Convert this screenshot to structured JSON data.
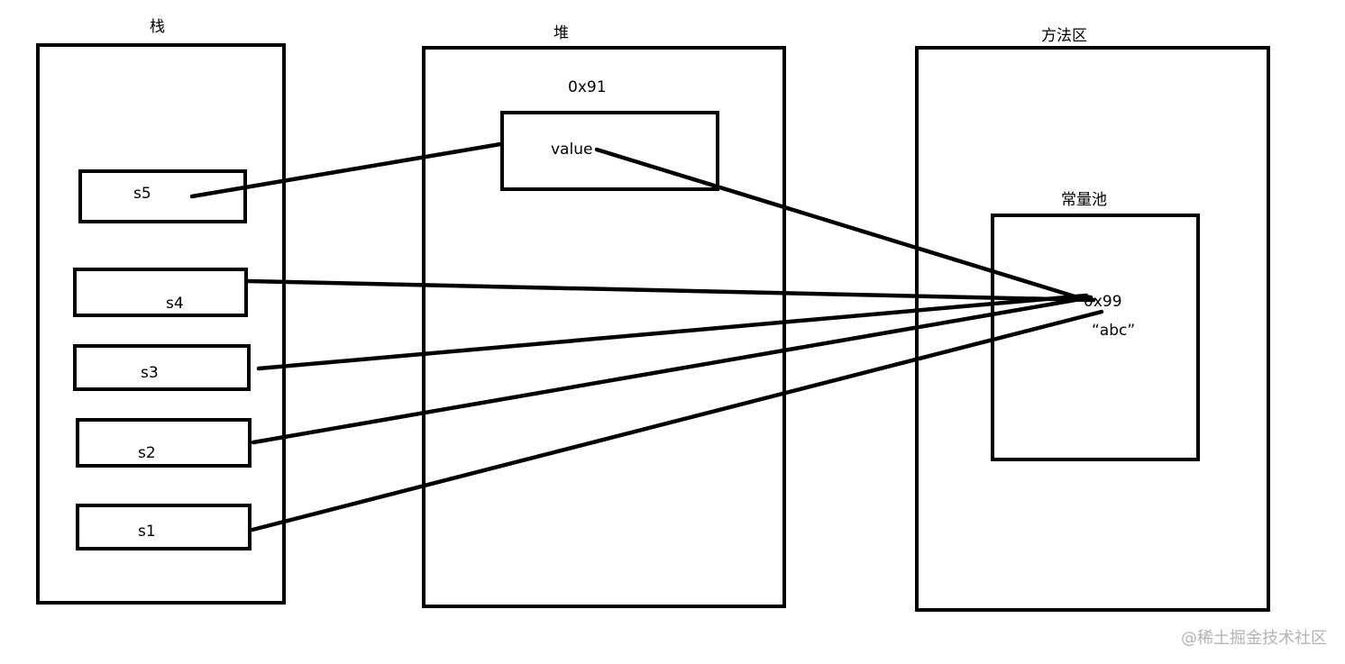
{
  "regions": {
    "stack": "栈",
    "heap": "堆",
    "method_area": "方法区"
  },
  "stack_vars": [
    "s5",
    "s4",
    "s3",
    "s2",
    "s1"
  ],
  "heap_object": {
    "address": "0x91",
    "field": "value"
  },
  "constant_pool": {
    "title": "常量池",
    "address": "0x99",
    "string": "“abc”"
  },
  "watermark": "@稀土掘金技术社区"
}
